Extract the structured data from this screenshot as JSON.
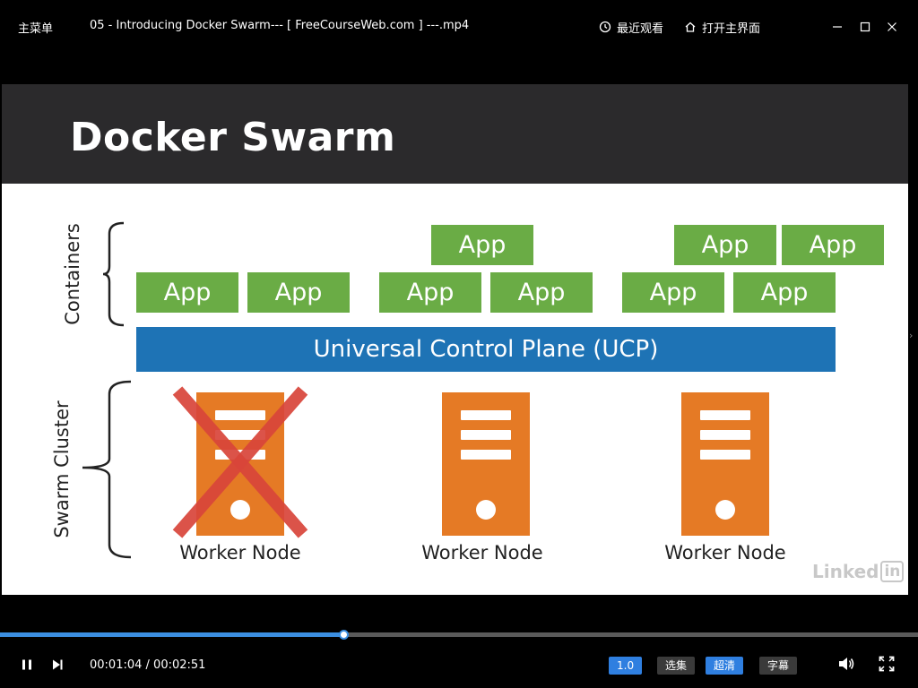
{
  "topbar": {
    "menu_label": "主菜单",
    "file_title": "05 - Introducing Docker Swarm--- [ FreeCourseWeb.com ] ---.mp4",
    "recent_label": "最近观看",
    "home_label": "打开主界面"
  },
  "slide": {
    "title": "Docker Swarm",
    "app_label": "App",
    "ucp_label": "Universal Control Plane (UCP)",
    "containers_label": "Containers",
    "cluster_label": "Swarm Cluster",
    "node_label": "Worker Node",
    "watermark_text": "Linked",
    "watermark_badge": "in"
  },
  "player": {
    "current_time": "00:01:04",
    "total_time": "00:02:51",
    "time_separator": " / ",
    "progress": 0.375,
    "speed_label": "1.0",
    "episodes_label": "选集",
    "quality_label": "超清",
    "subtitle_label": "字幕"
  },
  "colors": {
    "app_green": "#6aac45",
    "ucp_blue": "#1e73b5",
    "server_orange": "#e57a25",
    "failure_red": "#d9453a",
    "progress_blue": "#3b8ee0"
  }
}
